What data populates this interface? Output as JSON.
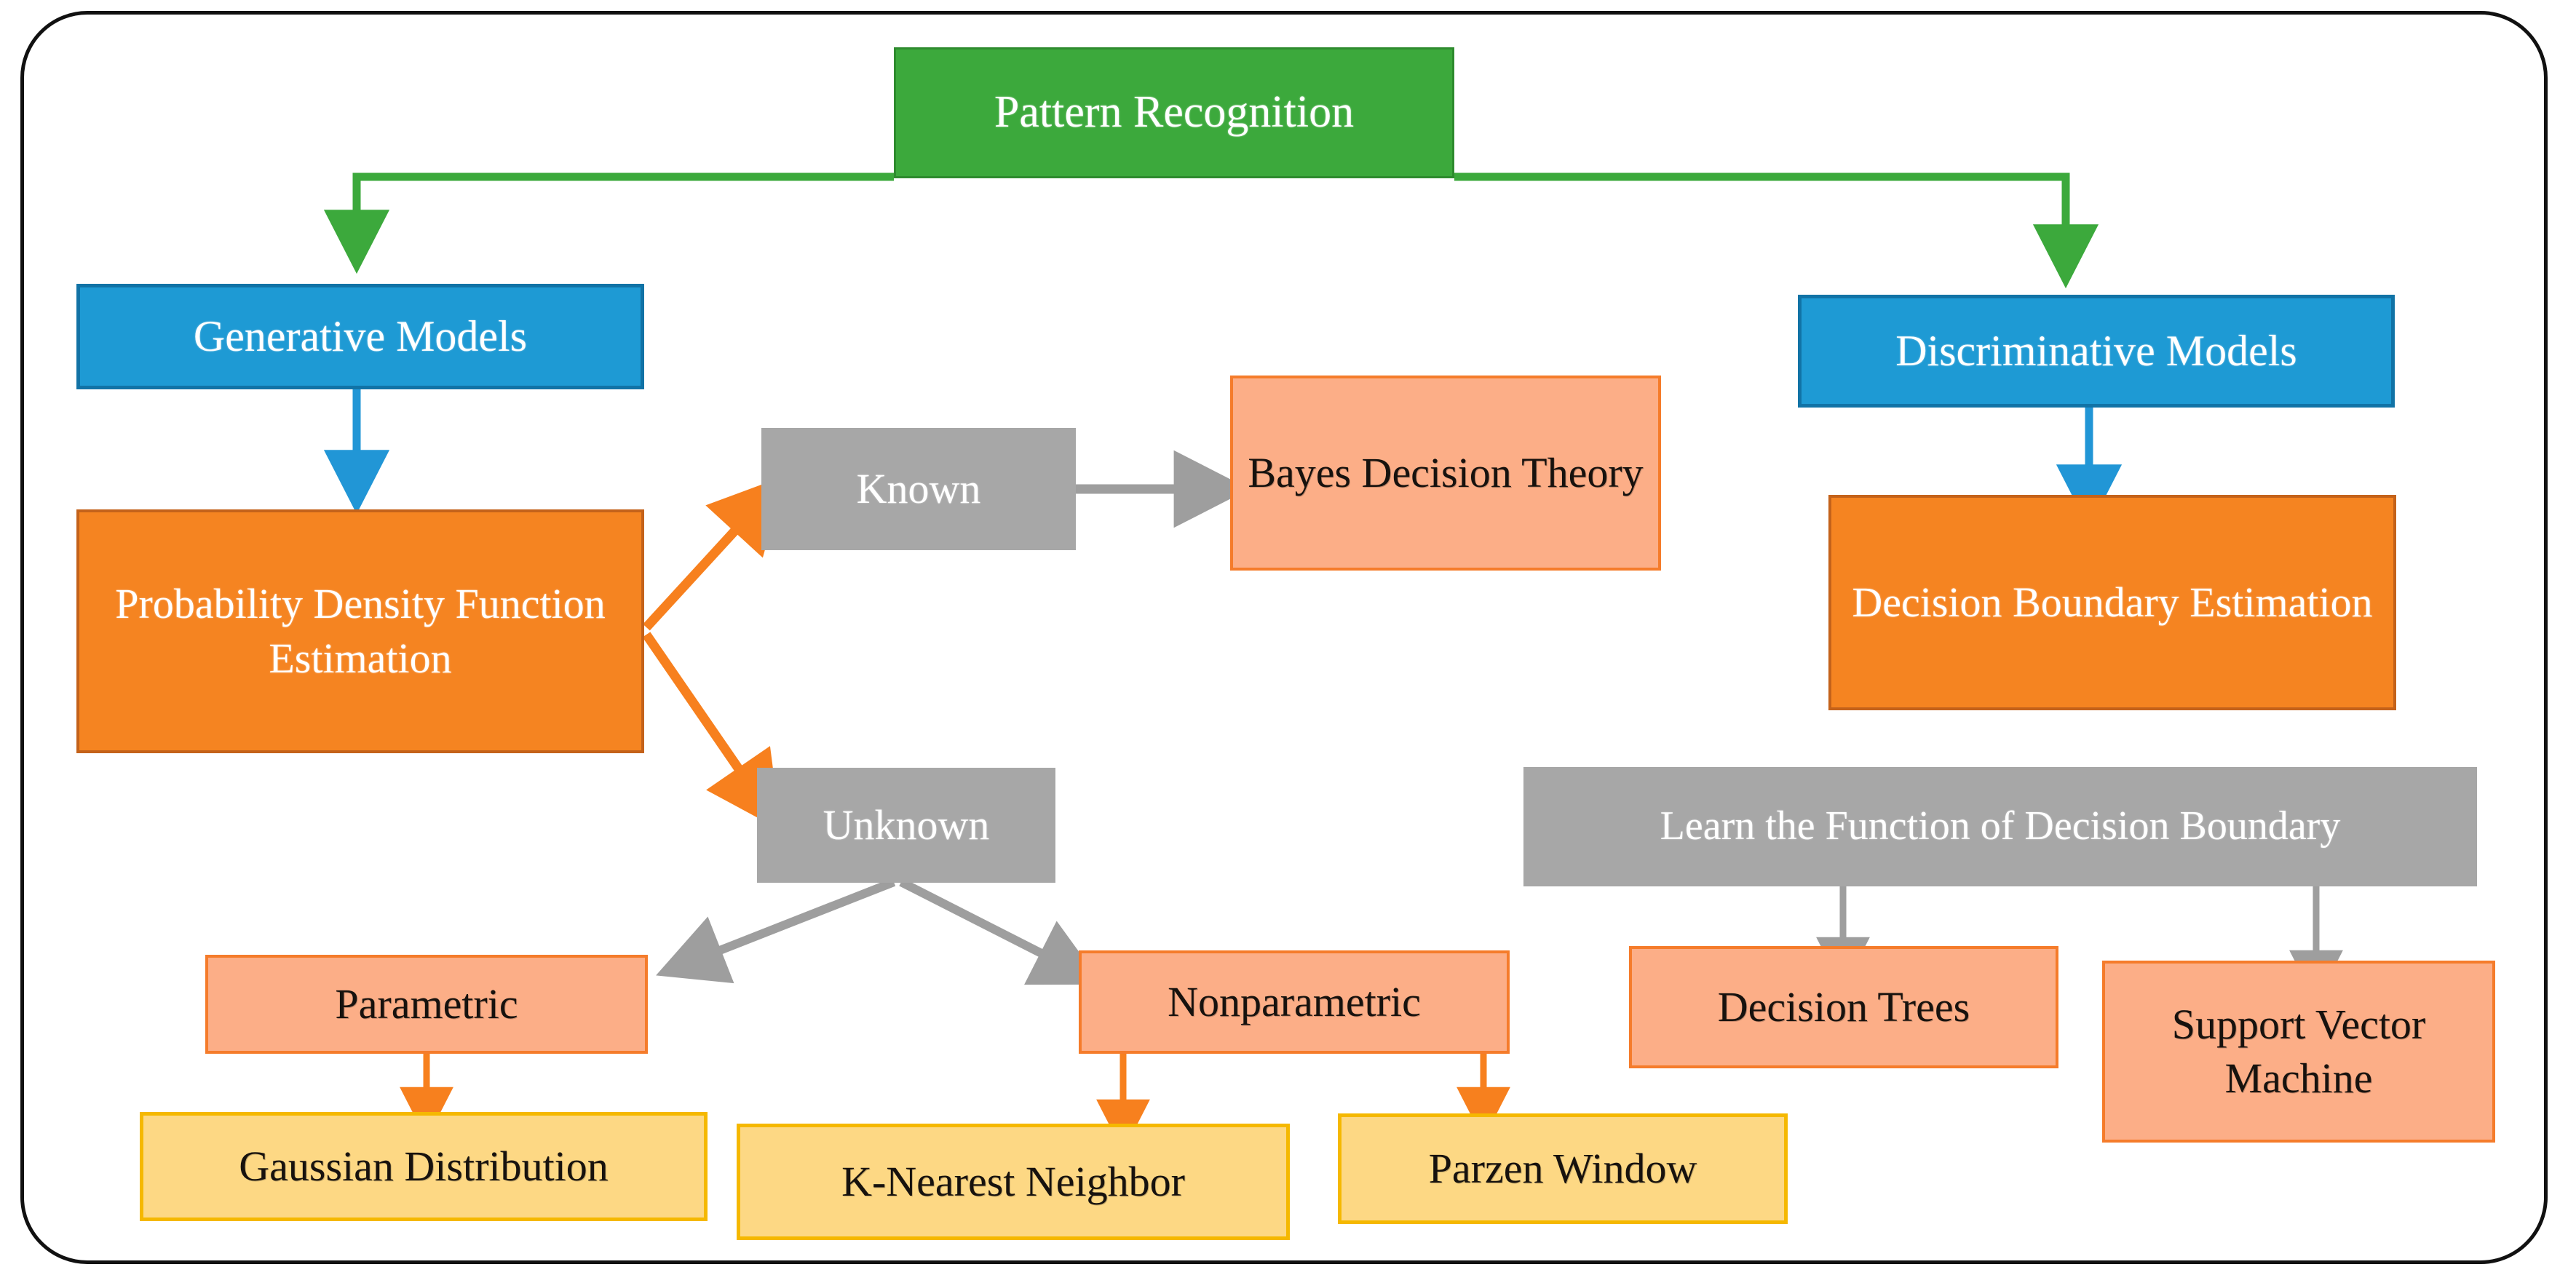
{
  "diagram": {
    "title": "Pattern Recognition taxonomy",
    "colors": {
      "green": "#3CA93C",
      "blue": "#1E9AD4",
      "orange": "#F58421",
      "gray": "#A7A7A7",
      "salmon": "#FCAE87",
      "yellow": "#FDD884",
      "frame_border": "#111111",
      "green_edge": "#3CA93C",
      "blue_edge": "#2196D6",
      "orange_edge": "#F7801E",
      "gray_edge": "#9E9E9E"
    },
    "nodes": [
      {
        "id": "pattern-recognition",
        "label": "Pattern Recognition"
      },
      {
        "id": "generative-models",
        "label": "Generative Models"
      },
      {
        "id": "discriminative-models",
        "label": "Discriminative Models"
      },
      {
        "id": "pdf-estimation",
        "label": "Probability Density Function Estimation"
      },
      {
        "id": "decision-boundary-estimation",
        "label": "Decision Boundary Estimation"
      },
      {
        "id": "known",
        "label": "Known"
      },
      {
        "id": "unknown",
        "label": "Unknown"
      },
      {
        "id": "bayes-decision-theory",
        "label": "Bayes Decision Theory"
      },
      {
        "id": "learn-function-decision-boundary",
        "label": "Learn the Function of Decision Boundary"
      },
      {
        "id": "parametric",
        "label": "Parametric"
      },
      {
        "id": "nonparametric",
        "label": "Nonparametric"
      },
      {
        "id": "gaussian-distribution",
        "label": "Gaussian Distribution"
      },
      {
        "id": "k-nearest-neighbor",
        "label": "K-Nearest Neighbor"
      },
      {
        "id": "parzen-window",
        "label": "Parzen Window"
      },
      {
        "id": "decision-trees",
        "label": "Decision Trees"
      },
      {
        "id": "support-vector-machine",
        "label": "Support Vector Machine"
      }
    ],
    "edges": [
      {
        "from": "pattern-recognition",
        "to": "generative-models",
        "color": "green"
      },
      {
        "from": "pattern-recognition",
        "to": "discriminative-models",
        "color": "green"
      },
      {
        "from": "generative-models",
        "to": "pdf-estimation",
        "color": "blue"
      },
      {
        "from": "discriminative-models",
        "to": "decision-boundary-estimation",
        "color": "blue"
      },
      {
        "from": "pdf-estimation",
        "to": "known",
        "color": "orange"
      },
      {
        "from": "pdf-estimation",
        "to": "unknown",
        "color": "orange"
      },
      {
        "from": "known",
        "to": "bayes-decision-theory",
        "color": "gray"
      },
      {
        "from": "unknown",
        "to": "parametric",
        "color": "gray"
      },
      {
        "from": "unknown",
        "to": "nonparametric",
        "color": "gray"
      },
      {
        "from": "parametric",
        "to": "gaussian-distribution",
        "color": "orange"
      },
      {
        "from": "nonparametric",
        "to": "k-nearest-neighbor",
        "color": "orange"
      },
      {
        "from": "nonparametric",
        "to": "parzen-window",
        "color": "orange"
      },
      {
        "from": "learn-function-decision-boundary",
        "to": "decision-trees",
        "color": "gray"
      },
      {
        "from": "learn-function-decision-boundary",
        "to": "support-vector-machine",
        "color": "gray"
      }
    ]
  }
}
